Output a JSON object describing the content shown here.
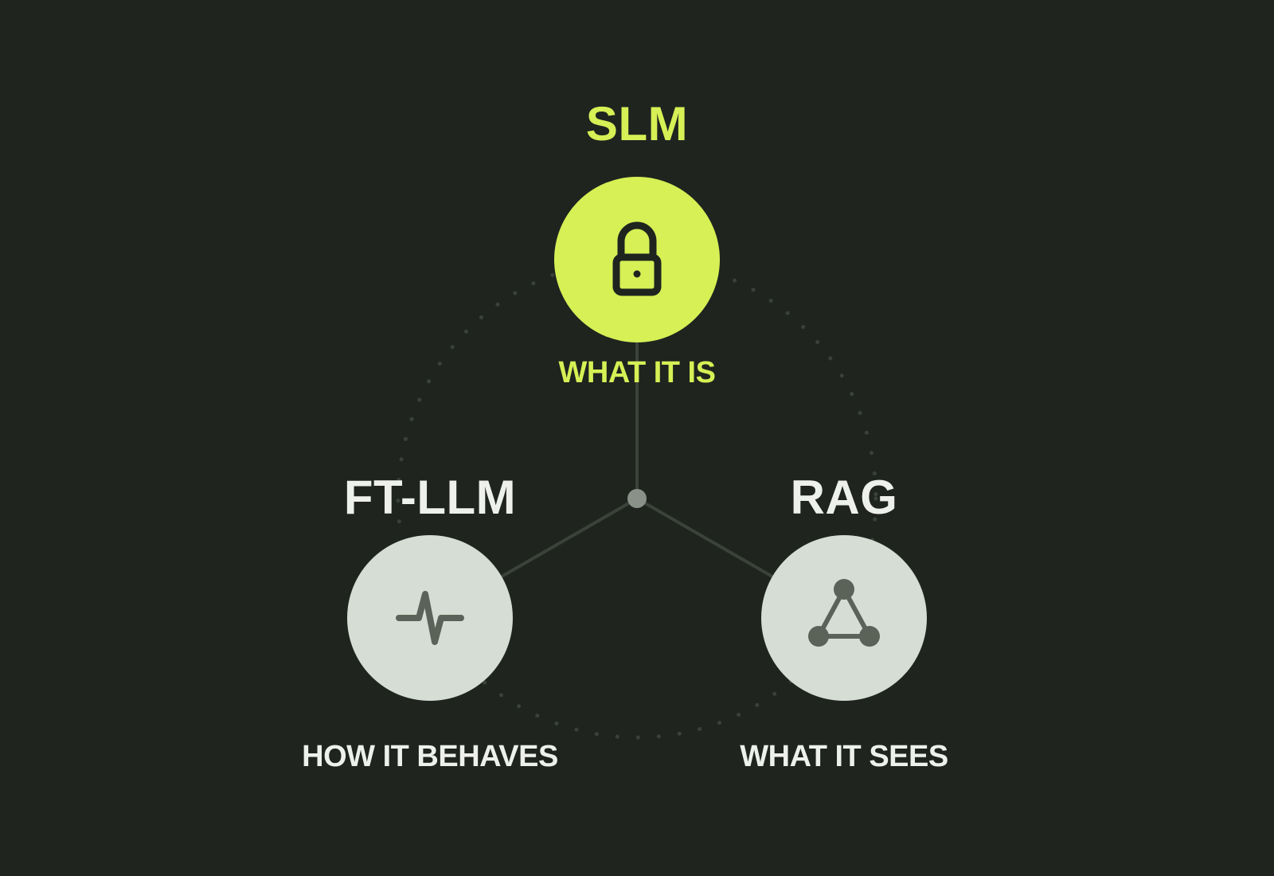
{
  "colors": {
    "background": "#1f241f",
    "accent": "#d6f055",
    "neutral_fill": "#d5ddd4",
    "neutral_icon": "#5b6358",
    "neutral_text": "#eef0ec",
    "accent_icon": "#1f241f",
    "connector": "#3b423a",
    "hub": "#8a9188",
    "dotted_ring": "#3a4139"
  },
  "nodes": [
    {
      "id": "slm",
      "title": "SLM",
      "caption": "WHAT IT IS",
      "icon": "lock-icon",
      "highlighted": true
    },
    {
      "id": "ft-llm",
      "title": "FT-LLM",
      "caption": "HOW IT BEHAVES",
      "icon": "pulse-icon",
      "highlighted": false
    },
    {
      "id": "rag",
      "title": "RAG",
      "caption": "WHAT IT SEES",
      "icon": "network-icon",
      "highlighted": false
    }
  ]
}
